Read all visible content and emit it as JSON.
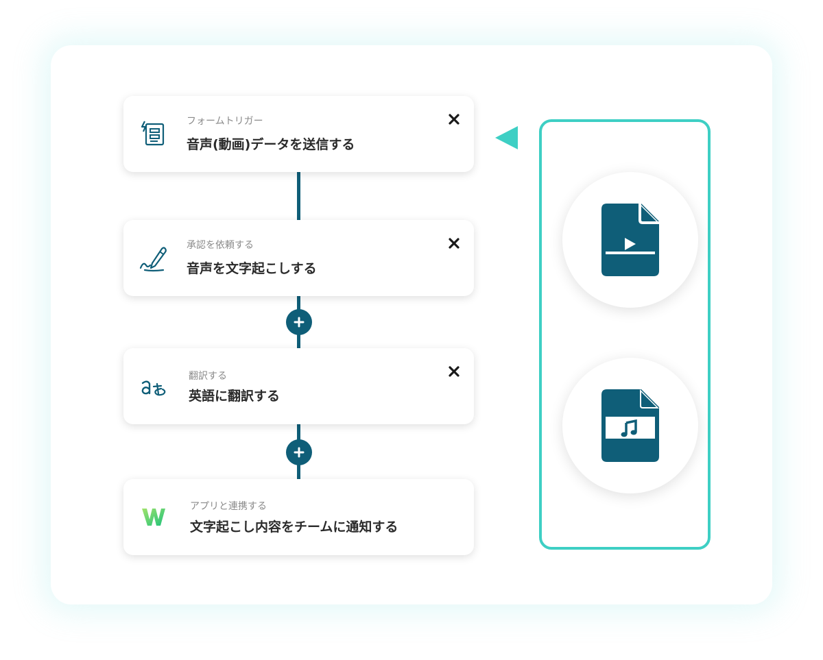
{
  "steps": [
    {
      "label": "フォームトリガー",
      "title": "音声(動画)データを送信する",
      "icon": "form-trigger-icon",
      "closable": true
    },
    {
      "label": "承認を依頼する",
      "title": "音声を文字起こしする",
      "icon": "signature-pen-icon",
      "closable": true
    },
    {
      "label": "翻訳する",
      "title": "英語に翻訳する",
      "icon": "translate-icon",
      "closable": true
    },
    {
      "label": "アプリと連携する",
      "title": "文字起こし内容をチームに通知する",
      "icon": "chatwork-app-logo",
      "closable": false
    }
  ],
  "files": [
    {
      "icon": "video-file-icon"
    },
    {
      "icon": "audio-file-icon"
    }
  ],
  "colors": {
    "primary": "#0f5e78",
    "accent": "#3ecfc4",
    "logo_green_light": "#a2e26b",
    "logo_green_dark": "#1ec27a"
  }
}
